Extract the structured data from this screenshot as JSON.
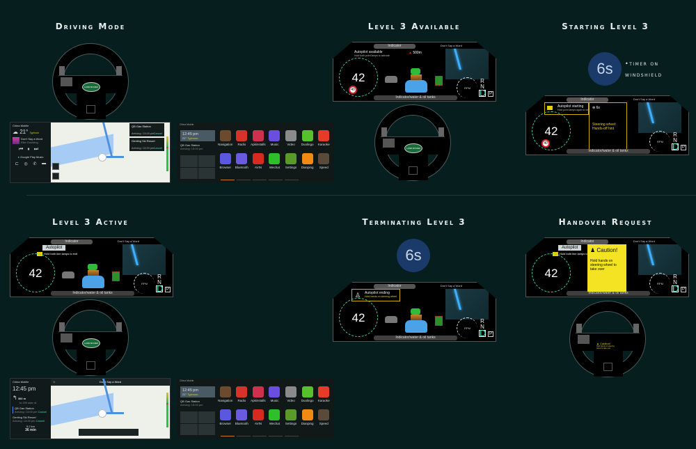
{
  "sections": {
    "driving_mode": "Driving Mode",
    "level3_available": "Level 3 Available",
    "starting_level3": "Starting Level 3",
    "level3_active": "Level 3 Active",
    "terminating_level3": "Terminating Level 3",
    "handover_request": "Handover Request"
  },
  "cluster": {
    "indicator_label": "Indicator",
    "bottom_label": "Indicator/water & oil tanks",
    "media_label": "Don't Say a Word",
    "speed": "42",
    "speed_limit": "40",
    "speed_unit": "MPH",
    "rpm_label": "RPM",
    "gears": [
      "R",
      "N"
    ],
    "active_gear": "D",
    "park": "P",
    "hazard_distance": "500m"
  },
  "level3_available": {
    "title": "Autopilot available",
    "subtitle": "Hold both point lamps to activate"
  },
  "starting_level3": {
    "timer": "6s",
    "note_line1": "•timer on",
    "note_line2": "windshield",
    "msg_title": "Autopilot starting",
    "msg_subtitle": "Hold point lamps again to withdraw",
    "panel_timer": "6s",
    "panel_line1": "Steering wheel:",
    "panel_line2": "Hands-off hint"
  },
  "level3_active": {
    "autopilot_label": "Autopilot",
    "hint": "Hold both line lamps to exit"
  },
  "terminating_level3": {
    "timer": "6s",
    "msg_title": "Autopilot ending",
    "msg_subtitle": "Hold hands on steering wheel"
  },
  "handover_request": {
    "autopilot_label": "Autopilot",
    "hint": "Hold both line lamps to exit",
    "caution_title": "Caution!",
    "caution_body": "Hold hands on steering wheel to take over",
    "wheel_caution_title": "Caution!",
    "wheel_caution_body": "Hold hands on steering wheel to take over"
  },
  "wheel": {
    "logo": "LAND ROVER"
  },
  "infotainment_driving": {
    "status": "China Mobile",
    "temperature": "21°",
    "weather_label": "Typhoon",
    "song_title": "Don't Say a Word",
    "song_artist": "Ellie Goulding",
    "music_source": "Google Play Music",
    "destinations": [
      {
        "name": "QB Gas Station",
        "arriving": "Arriving: 13:00 pm",
        "cancel": "Cancel"
      },
      {
        "name": "Genting Ski Resort",
        "arriving": "Arriving: 13:20 pm",
        "cancel": "Cancel"
      }
    ]
  },
  "infotainment_active": {
    "status": "China Mobile",
    "time": "12:45 pm",
    "turn_distance": "300 m",
    "turn_road": "to 209 side rd.",
    "search_media": "Don't Say a Word",
    "destinations": [
      {
        "name": "QB Gas Station",
        "arriving": "Arriving: 13:00 pm",
        "cancel": "Cancel"
      },
      {
        "name": "Genting Ski Resort",
        "arriving": "Arriving: 13:20 pm",
        "cancel": "Cancel"
      }
    ],
    "distance": "5.2 km",
    "duration": "36 min"
  },
  "launcher": {
    "status": "China Mobile",
    "time": "12:45 pm",
    "temperature": "21°",
    "weather": "Typhoon",
    "destination": "QB Gas Station",
    "arriving": "Arriving: 13:00 pm",
    "apps": [
      {
        "label": "Navigation",
        "color": "#6b4a2e"
      },
      {
        "label": "Radio",
        "color": "#d8322a"
      },
      {
        "label": "Apkinstalls",
        "color": "#d03050"
      },
      {
        "label": "Music",
        "color": "#6a4ee0"
      },
      {
        "label": "Video",
        "color": "#8a8a8a"
      },
      {
        "label": "Duolingo",
        "color": "#58c02a"
      },
      {
        "label": "Karaoke",
        "color": "#e83a2a"
      },
      {
        "label": "Browser",
        "color": "#5a58e0"
      },
      {
        "label": "Bluetooth",
        "color": "#6a5ae0"
      },
      {
        "label": "AVIN",
        "color": "#d82a20"
      },
      {
        "label": "Wechat",
        "color": "#2ec02a"
      },
      {
        "label": "Settings",
        "color": "#5a9a2a"
      },
      {
        "label": "Dianping",
        "color": "#f08a10"
      },
      {
        "label": "Speed",
        "color": "#5a4a3a"
      }
    ]
  }
}
